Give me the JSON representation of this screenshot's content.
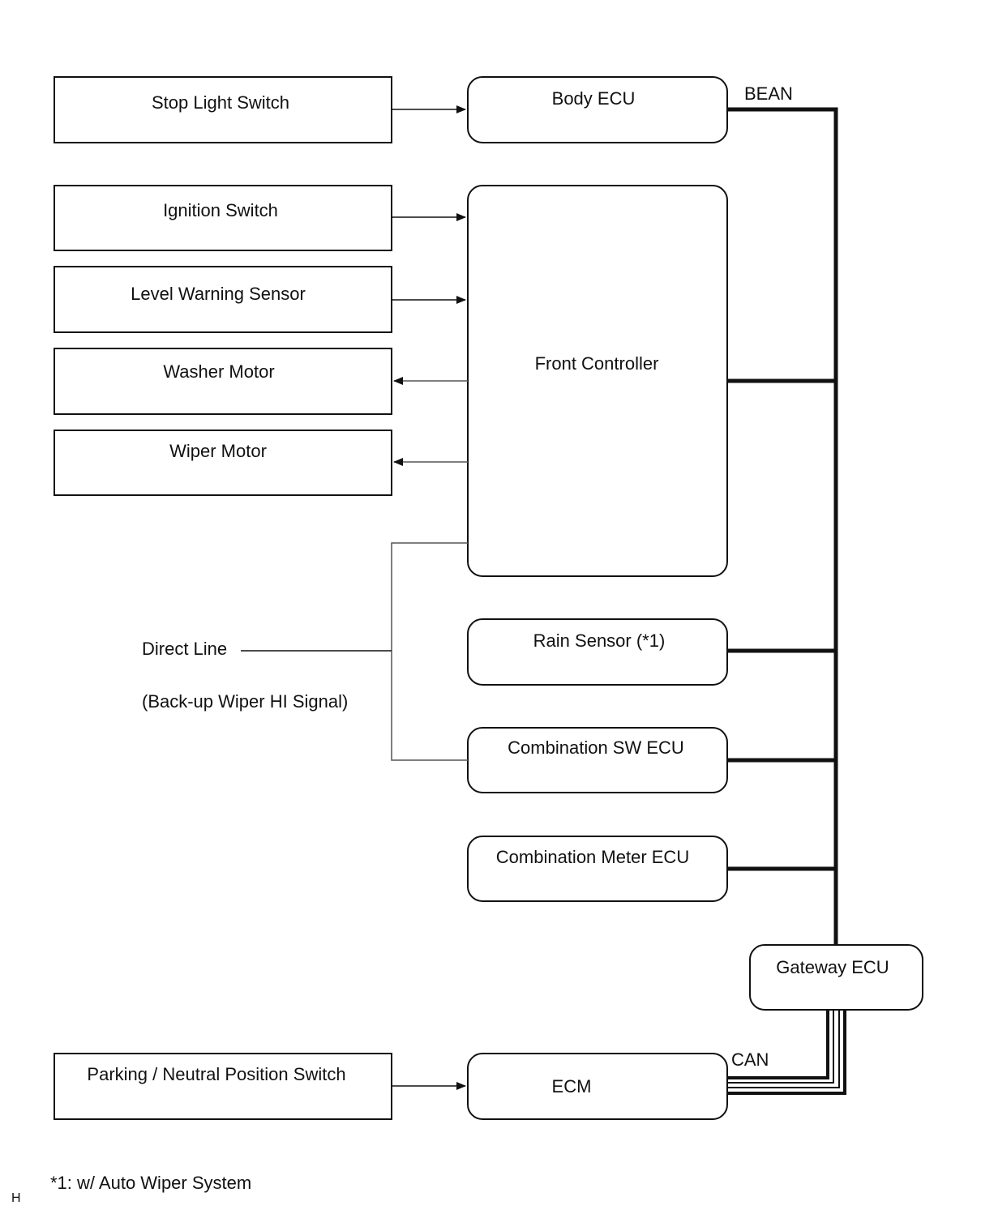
{
  "boxes": {
    "stop_light_switch": "Stop Light Switch",
    "ignition_switch": "Ignition Switch",
    "level_warning_sensor": "Level Warning Sensor",
    "washer_motor": "Washer Motor",
    "wiper_motor": "Wiper Motor",
    "parking_neutral_switch": "Parking / Neutral Position Switch",
    "body_ecu": "Body ECU",
    "front_controller": "Front Controller",
    "rain_sensor": "Rain Sensor (*1)",
    "combination_sw_ecu": "Combination SW ECU",
    "combination_meter_ecu": "Combination Meter ECU",
    "gateway_ecu": "Gateway ECU",
    "ecm": "ECM"
  },
  "labels": {
    "bean": "BEAN",
    "can": "CAN",
    "direct_line": "Direct Line",
    "backup_signal": "(Back-up Wiper HI Signal)"
  },
  "footnote": "*1: w/ Auto Wiper System",
  "corner_mark": "H"
}
